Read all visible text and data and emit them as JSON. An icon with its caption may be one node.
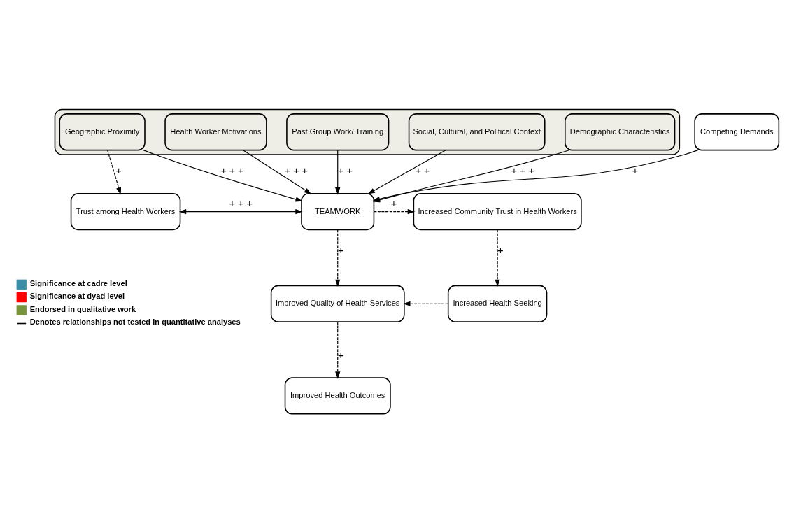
{
  "diagram": {
    "nodes": [
      {
        "text": [],
        "shape": "box"
      },
      {
        "text": [
          "Geographic Proximity"
        ],
        "in": 0
      },
      {
        "text": [
          "Health Worker Motivations"
        ],
        "in": 0
      },
      {
        "text": [
          "Past Group Work/ Training"
        ],
        "in": 0
      },
      {
        "text": [
          "Social, Cultural, and Political Context"
        ],
        "in": 0
      },
      {
        "text": [
          "Demographic Characteristics"
        ],
        "in": 0
      },
      {
        "text": [
          "Competing Demands"
        ]
      },
      {
        "text": [
          "Trust among Health Workers"
        ]
      },
      {
        "text": [
          "TEAMWORK"
        ]
      },
      {
        "text": [
          "Increased Community Trust in Health Workers"
        ]
      },
      {
        "text": [
          "Improved Quality of Health Services"
        ]
      },
      {
        "text": [
          "Increased Health Seeking"
        ]
      },
      {
        "text": [
          "Improved Health Outcomes"
        ]
      }
    ],
    "edges": [
      {
        "from": 1,
        "to": 7,
        "arrow": "to",
        "style": "dashed",
        "label": "+"
      },
      {
        "from": 1,
        "to": 8,
        "arrow": "to",
        "label": "+ + +"
      },
      {
        "from": 2,
        "to": 8,
        "arrow": "to",
        "label": "+ + +"
      },
      {
        "from": 3,
        "to": 8,
        "arrow": "to",
        "label": "+ +"
      },
      {
        "from": 4,
        "to": 8,
        "arrow": "to",
        "label": "+ +"
      },
      {
        "from": 5,
        "to": 8,
        "arrow": "to",
        "label": "+ + +"
      },
      {
        "from": 6,
        "to": 8,
        "arrow": "to",
        "label": "+"
      },
      {
        "from": 7,
        "to": 8,
        "arrow": "both",
        "label": "+ + +"
      },
      {
        "from": 8,
        "to": 9,
        "arrow": "to",
        "style": "dashed",
        "label": "+"
      },
      {
        "from": 8,
        "to": 10,
        "arrow": "to",
        "style": "dashed",
        "label": "+"
      },
      {
        "from": 9,
        "to": 11,
        "arrow": "to",
        "style": "dashed",
        "label": "+"
      },
      {
        "from": 11,
        "to": 10,
        "arrow": "to",
        "style": "dashed"
      },
      {
        "from": 10,
        "to": 12,
        "arrow": "to",
        "style": "dashed",
        "label": "+"
      }
    ],
    "legend": [
      {
        "text": "Significance at cadre level",
        "color": "#3b8ea5"
      },
      {
        "text": "Significance at dyad level",
        "color": "#ff0000"
      },
      {
        "text": "Endorsed in qualitative work",
        "color": "#77933c"
      },
      {
        "text": "Denotes relationships not tested in quantitative analyses"
      }
    ]
  }
}
